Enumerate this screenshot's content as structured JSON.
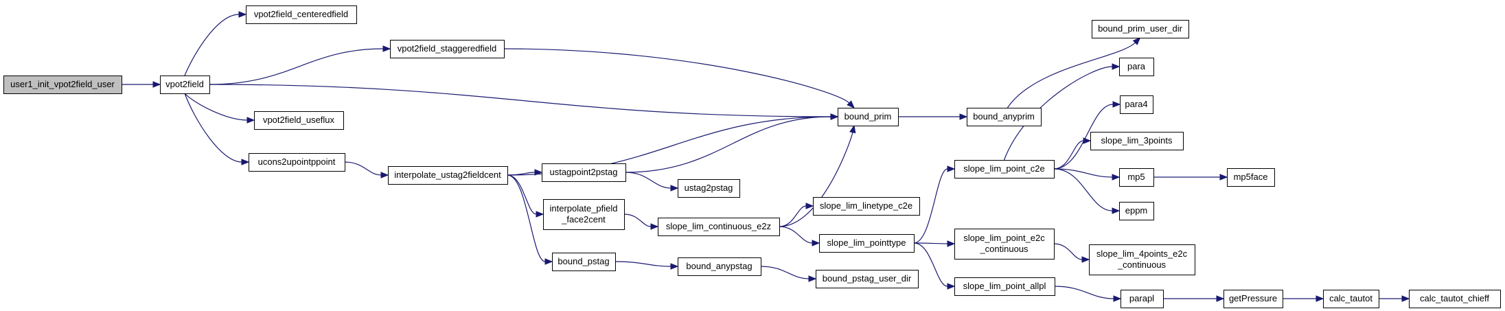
{
  "graph": {
    "root": "user1_init_vpot2field_user",
    "colors": {
      "edge": "#191970",
      "root_fill": "#bfbfbf",
      "node_fill": "#ffffff",
      "node_border": "#000000"
    },
    "nodes": [
      {
        "id": "user1_init_vpot2field_user",
        "lines": [
          "user1_init_vpot2field_user"
        ],
        "root": true
      },
      {
        "id": "vpot2field",
        "lines": [
          "vpot2field"
        ]
      },
      {
        "id": "vpot2field_centeredfield",
        "lines": [
          "vpot2field_centeredfield"
        ]
      },
      {
        "id": "vpot2field_staggeredfield",
        "lines": [
          "vpot2field_staggeredfield"
        ]
      },
      {
        "id": "vpot2field_useflux",
        "lines": [
          "vpot2field_useflux"
        ]
      },
      {
        "id": "ucons2upointppoint",
        "lines": [
          "ucons2upointppoint"
        ]
      },
      {
        "id": "interpolate_ustag2fieldcent",
        "lines": [
          "interpolate_ustag2fieldcent"
        ]
      },
      {
        "id": "ustagpoint2pstag",
        "lines": [
          "ustagpoint2pstag"
        ]
      },
      {
        "id": "ustag2pstag",
        "lines": [
          "ustag2pstag"
        ]
      },
      {
        "id": "interpolate_pfield_face2cent",
        "lines": [
          "interpolate_pfield",
          "_face2cent"
        ]
      },
      {
        "id": "bound_pstag",
        "lines": [
          "bound_pstag"
        ]
      },
      {
        "id": "bound_anypstag",
        "lines": [
          "bound_anypstag"
        ]
      },
      {
        "id": "bound_pstag_user_dir",
        "lines": [
          "bound_pstag_user_dir"
        ]
      },
      {
        "id": "slope_lim_continuous_e2z",
        "lines": [
          "slope_lim_continuous_e2z"
        ]
      },
      {
        "id": "slope_lim_linetype_c2e",
        "lines": [
          "slope_lim_linetype_c2e"
        ]
      },
      {
        "id": "slope_lim_pointtype",
        "lines": [
          "slope_lim_pointtype"
        ]
      },
      {
        "id": "bound_prim",
        "lines": [
          "bound_prim"
        ]
      },
      {
        "id": "bound_anyprim",
        "lines": [
          "bound_anyprim"
        ]
      },
      {
        "id": "bound_prim_user_dir",
        "lines": [
          "bound_prim_user_dir"
        ]
      },
      {
        "id": "slope_lim_point_c2e",
        "lines": [
          "slope_lim_point_c2e"
        ]
      },
      {
        "id": "slope_lim_point_e2c_continuous",
        "lines": [
          "slope_lim_point_e2c",
          "_continuous"
        ]
      },
      {
        "id": "slope_lim_point_allpl",
        "lines": [
          "slope_lim_point_allpl"
        ]
      },
      {
        "id": "para",
        "lines": [
          "para"
        ]
      },
      {
        "id": "para4",
        "lines": [
          "para4"
        ]
      },
      {
        "id": "slope_lim_3points",
        "lines": [
          "slope_lim_3points"
        ]
      },
      {
        "id": "mp5",
        "lines": [
          "mp5"
        ]
      },
      {
        "id": "mp5face",
        "lines": [
          "mp5face"
        ]
      },
      {
        "id": "eppm",
        "lines": [
          "eppm"
        ]
      },
      {
        "id": "slope_lim_4points_e2c_continuous",
        "lines": [
          "slope_lim_4points_e2c",
          "_continuous"
        ]
      },
      {
        "id": "parapl",
        "lines": [
          "parapl"
        ]
      },
      {
        "id": "getPressure",
        "lines": [
          "getPressure"
        ]
      },
      {
        "id": "calc_tautot",
        "lines": [
          "calc_tautot"
        ]
      },
      {
        "id": "calc_tautot_chieff",
        "lines": [
          "calc_tautot_chieff"
        ]
      }
    ],
    "edges": [
      {
        "from": "user1_init_vpot2field_user",
        "to": "vpot2field"
      },
      {
        "from": "vpot2field",
        "to": "vpot2field_centeredfield"
      },
      {
        "from": "vpot2field",
        "to": "vpot2field_staggeredfield"
      },
      {
        "from": "vpot2field",
        "to": "bound_prim"
      },
      {
        "from": "vpot2field",
        "to": "vpot2field_useflux"
      },
      {
        "from": "vpot2field",
        "to": "ucons2upointppoint"
      },
      {
        "from": "vpot2field_staggeredfield",
        "to": "bound_prim"
      },
      {
        "from": "ucons2upointppoint",
        "to": "interpolate_ustag2fieldcent"
      },
      {
        "from": "interpolate_ustag2fieldcent",
        "to": "bound_prim"
      },
      {
        "from": "interpolate_ustag2fieldcent",
        "to": "ustagpoint2pstag"
      },
      {
        "from": "interpolate_ustag2fieldcent",
        "to": "interpolate_pfield_face2cent"
      },
      {
        "from": "interpolate_ustag2fieldcent",
        "to": "bound_pstag"
      },
      {
        "from": "ustagpoint2pstag",
        "to": "bound_prim"
      },
      {
        "from": "ustagpoint2pstag",
        "to": "ustag2pstag"
      },
      {
        "from": "interpolate_pfield_face2cent",
        "to": "slope_lim_continuous_e2z"
      },
      {
        "from": "bound_pstag",
        "to": "bound_anypstag"
      },
      {
        "from": "bound_anypstag",
        "to": "bound_pstag_user_dir"
      },
      {
        "from": "slope_lim_continuous_e2z",
        "to": "bound_prim"
      },
      {
        "from": "slope_lim_continuous_e2z",
        "to": "slope_lim_linetype_c2e"
      },
      {
        "from": "slope_lim_continuous_e2z",
        "to": "slope_lim_pointtype"
      },
      {
        "from": "bound_prim",
        "to": "bound_anyprim"
      },
      {
        "from": "bound_anyprim",
        "to": "bound_prim_user_dir"
      },
      {
        "from": "slope_lim_pointtype",
        "to": "slope_lim_point_c2e"
      },
      {
        "from": "slope_lim_pointtype",
        "to": "slope_lim_point_e2c_continuous"
      },
      {
        "from": "slope_lim_pointtype",
        "to": "slope_lim_point_allpl"
      },
      {
        "from": "slope_lim_point_c2e",
        "to": "para"
      },
      {
        "from": "slope_lim_point_c2e",
        "to": "para4"
      },
      {
        "from": "slope_lim_point_c2e",
        "to": "slope_lim_3points"
      },
      {
        "from": "slope_lim_point_c2e",
        "to": "mp5"
      },
      {
        "from": "slope_lim_point_c2e",
        "to": "eppm"
      },
      {
        "from": "mp5",
        "to": "mp5face"
      },
      {
        "from": "slope_lim_point_e2c_continuous",
        "to": "slope_lim_4points_e2c_continuous"
      },
      {
        "from": "slope_lim_point_allpl",
        "to": "parapl"
      },
      {
        "from": "parapl",
        "to": "getPressure"
      },
      {
        "from": "getPressure",
        "to": "calc_tautot"
      },
      {
        "from": "calc_tautot",
        "to": "calc_tautot_chieff"
      }
    ]
  }
}
